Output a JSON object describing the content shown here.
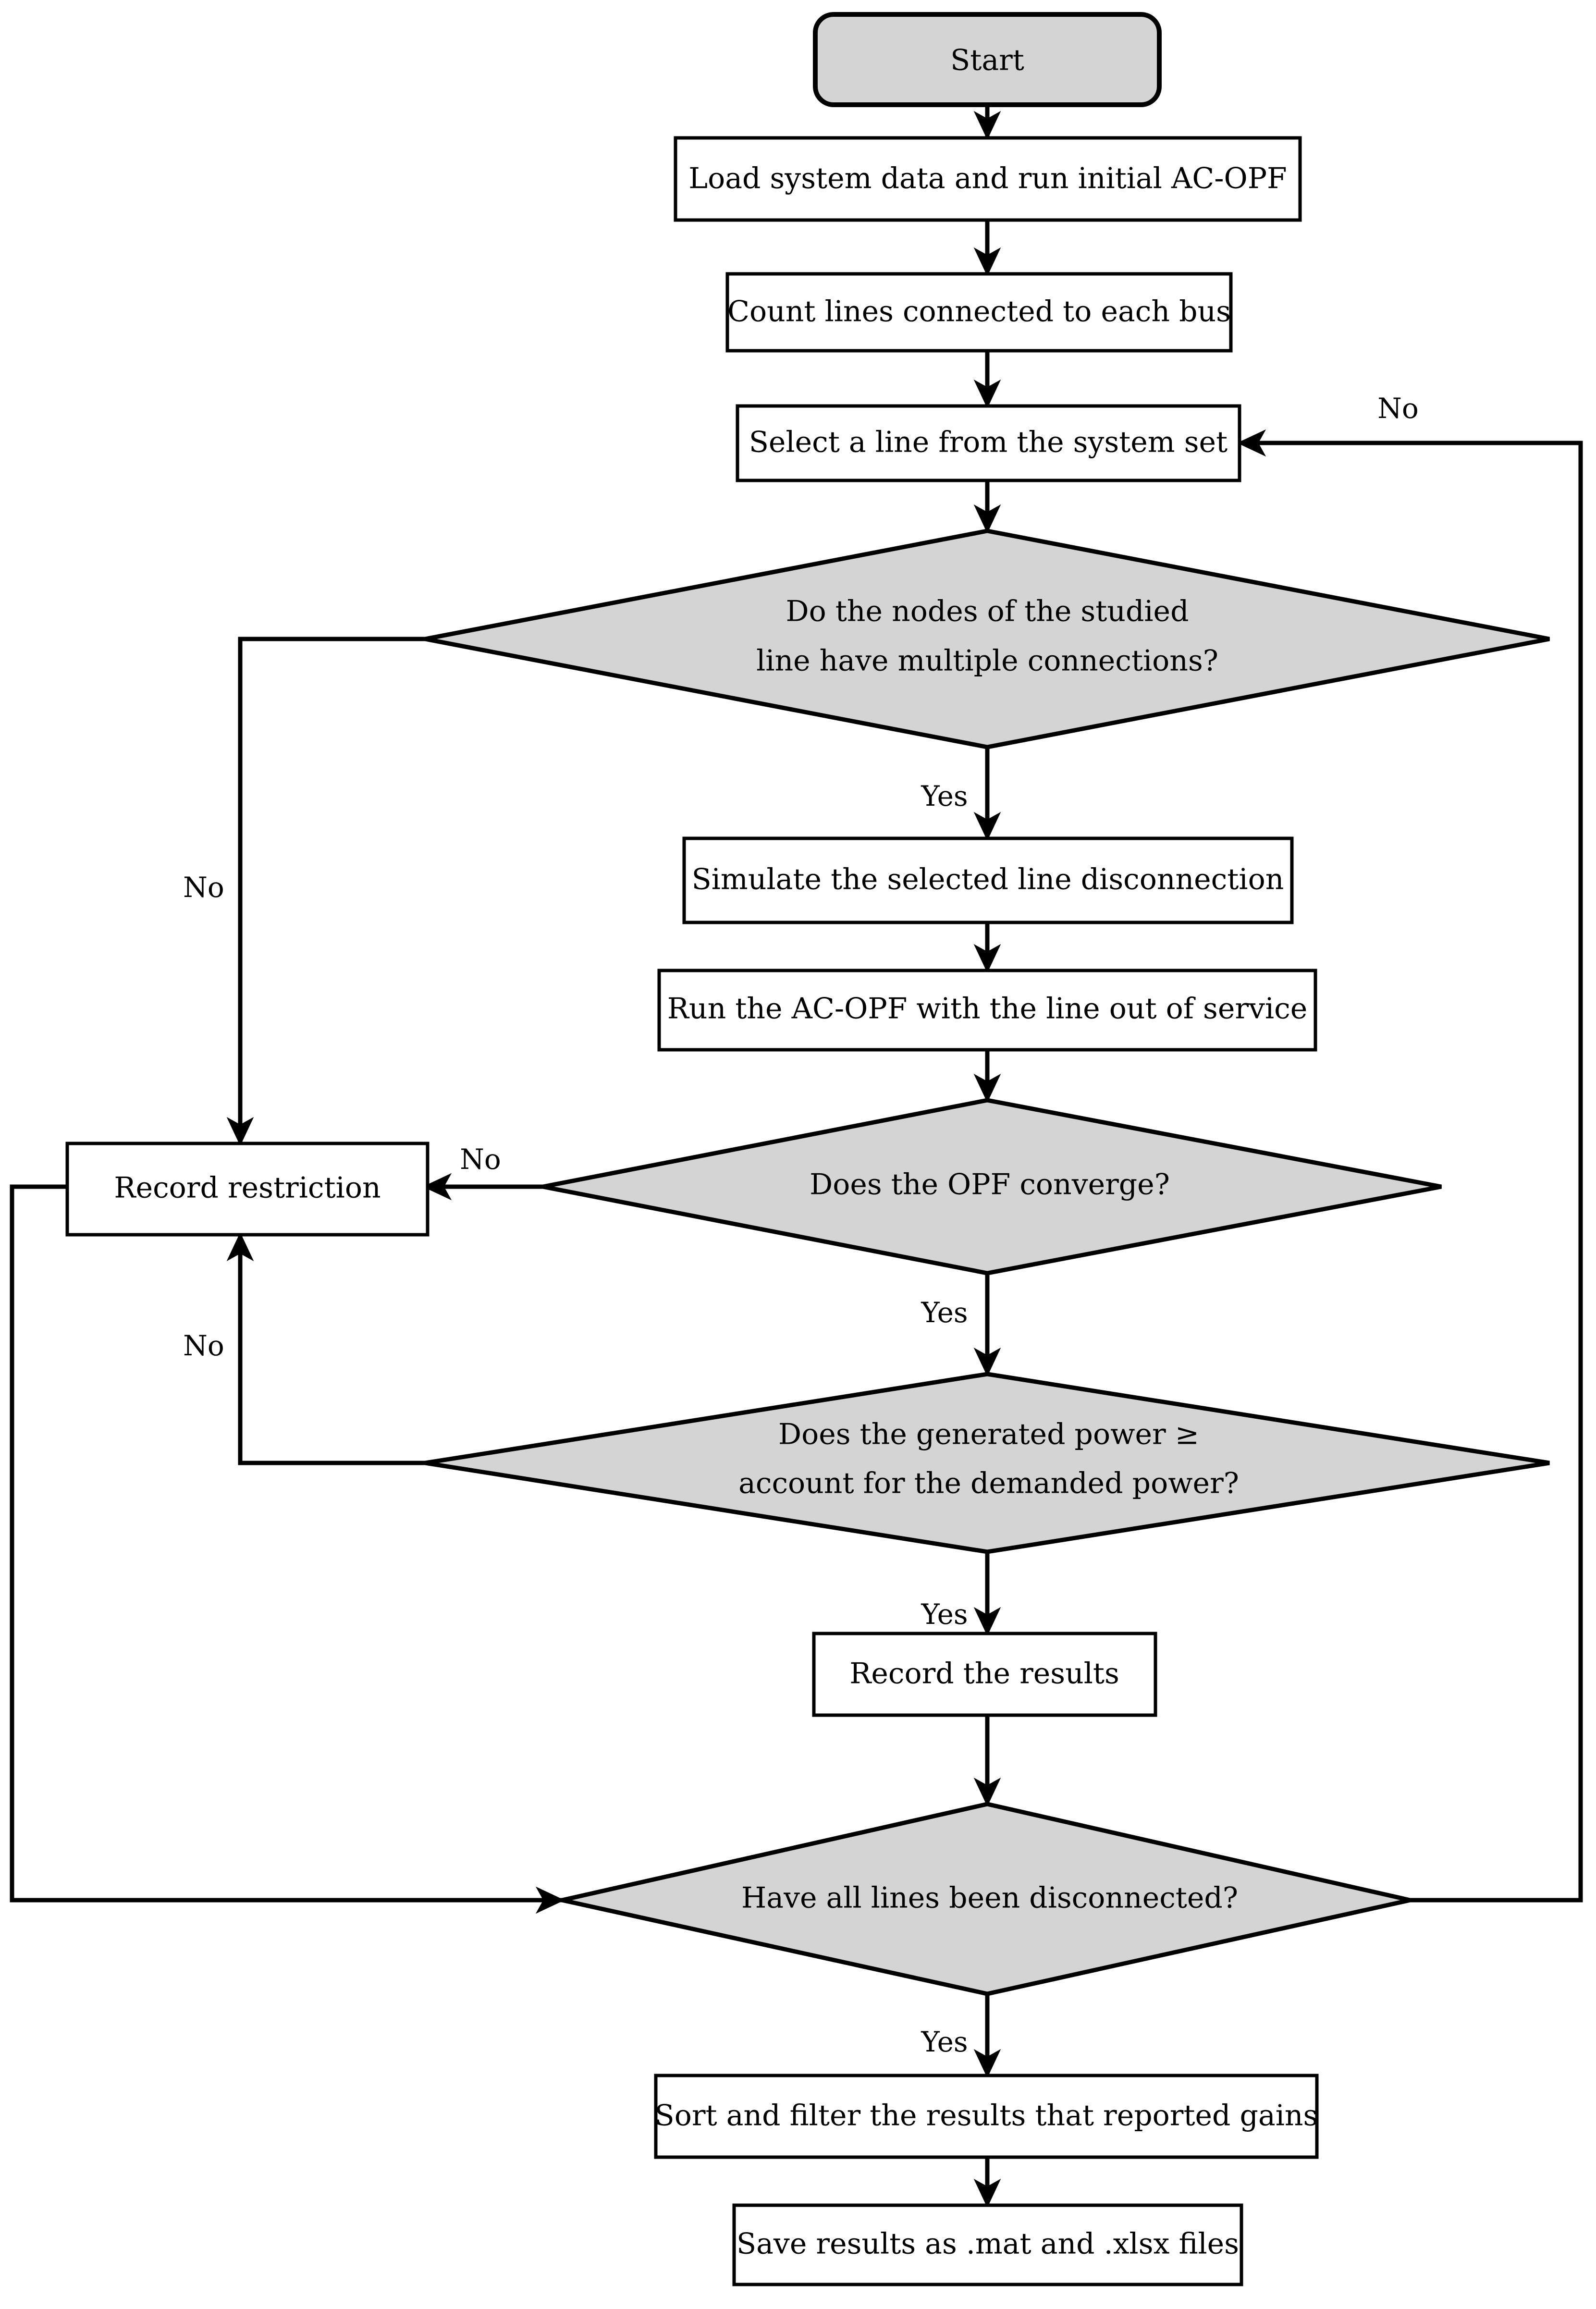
{
  "diagram": {
    "title": "AC-OPF line disconnection analysis flowchart",
    "colors": {
      "node_fill": "#ffffff",
      "terminal_fill": "#d4d4d4",
      "decision_fill": "#d4d4d4",
      "stroke": "#000000",
      "background": "#ffffff"
    }
  },
  "nodes": {
    "start": {
      "label": "Start",
      "shape": "rounded-rectangle"
    },
    "load_data": {
      "label": "Load system data and run initial AC-OPF",
      "shape": "rectangle"
    },
    "count_lines": {
      "label": "Count lines connected to each bus",
      "shape": "rectangle"
    },
    "select_line": {
      "label": "Select a line from the system set",
      "shape": "rectangle"
    },
    "decision_nodes": {
      "label_line1": "Do the nodes of the studied",
      "label_line2": "line have multiple connections?",
      "shape": "diamond"
    },
    "simulate": {
      "label": "Simulate the selected line disconnection",
      "shape": "rectangle"
    },
    "run_acopf": {
      "label": "Run the AC-OPF with the line out of service",
      "shape": "rectangle"
    },
    "record_restriction": {
      "label": "Record restriction",
      "shape": "rectangle"
    },
    "decision_converge": {
      "label": "Does the OPF converge?",
      "shape": "diamond"
    },
    "decision_power": {
      "label_line1": "Does the generated power ≥",
      "label_line2": "account for the demanded power?",
      "shape": "diamond"
    },
    "record_results": {
      "label": "Record the results",
      "shape": "rectangle"
    },
    "decision_all_lines": {
      "label": "Have all lines been disconnected?",
      "shape": "diamond"
    },
    "sort_filter": {
      "label": "Sort and filter the results that reported gains",
      "shape": "rectangle"
    },
    "save_results": {
      "label": "Save results as .mat and .xlsx files",
      "shape": "rectangle"
    }
  },
  "edge_labels": {
    "nodes_no": "No",
    "nodes_yes": "Yes",
    "converge_no": "No",
    "converge_yes": "Yes",
    "power_no": "No",
    "power_yes": "Yes",
    "all_lines_no": "No",
    "all_lines_yes": "Yes"
  }
}
